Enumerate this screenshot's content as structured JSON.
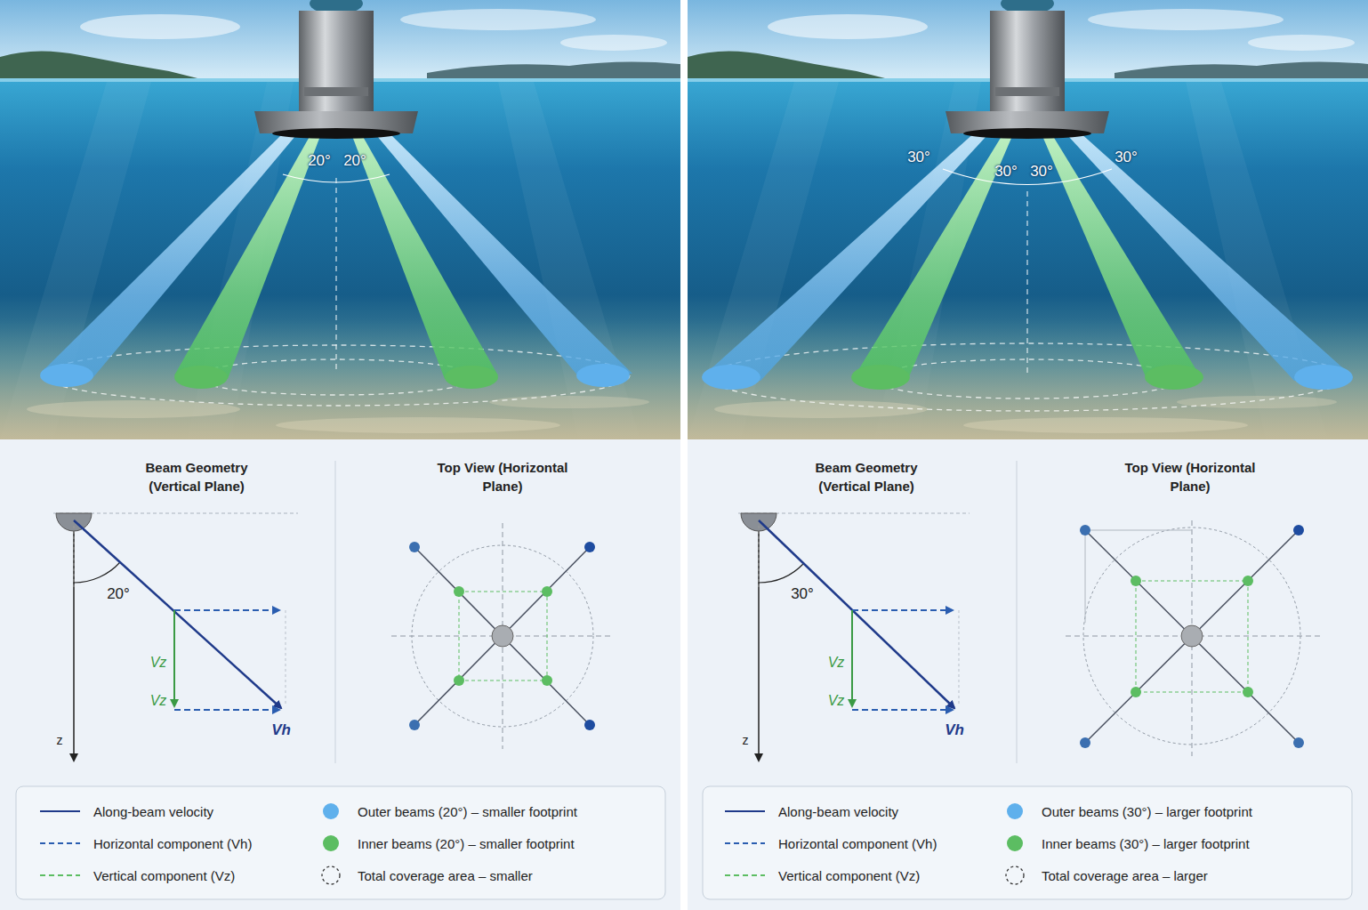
{
  "diagram": {
    "labels": [
      "20°",
      "20°",
      "30°",
      "30°",
      "30°",
      "30°",
      "Beam Geometry (Vertical Plane)",
      "Top View (Horizontal Plane)",
      "20°",
      "Vz",
      "Vz",
      "Vh",
      "z",
      "Beam Geometry (Vertical Plane)",
      "Top View (Horizontal Plane)",
      "30°",
      "Vz",
      "Vz",
      "Vh",
      "z"
    ],
    "legend": [
      {
        "text": "Along-beam velocity"
      },
      {
        "text": "Horizontal component (Vh)"
      },
      {
        "text": "Vertical component (Vz)"
      },
      {
        "text": "Outer beams (20°) – smaller footprint",
        "color": "#5fb0ec"
      },
      {
        "text": "Inner beams (20°) – smaller footprint",
        "color": "#5cbd62"
      },
      {
        "text": "Total coverage area – smaller"
      },
      {
        "text": "Along-beam velocity"
      },
      {
        "text": "Horizontal component (Vh)"
      },
      {
        "text": "Vertical component (Vz)"
      },
      {
        "text": "Outer beams (30°) – larger footprint",
        "color": "#5fb0ec"
      },
      {
        "text": "Inner beams (30°) – larger footprint",
        "color": "#5cbd62"
      },
      {
        "text": "Total coverage area – larger"
      }
    ]
  }
}
